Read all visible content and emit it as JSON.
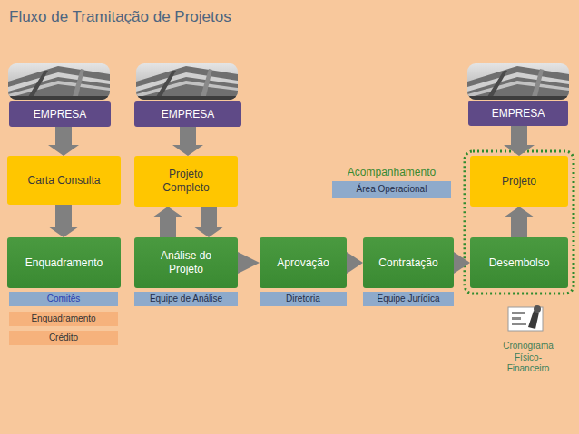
{
  "diagram": {
    "title": "Fluxo de Tramitação de Projetos",
    "nodes": [
      {
        "text": [
          "EMPRESA"
        ]
      },
      {
        "text": [
          "EMPRESA"
        ]
      },
      {
        "text": [
          "EMPRESA"
        ]
      },
      {
        "text": [
          "Carta Consulta"
        ]
      },
      {
        "text": [
          "Projeto Completo"
        ]
      },
      {
        "text": [
          "Acompanhamento",
          "Área Operacional"
        ]
      },
      {
        "text": [
          "Projeto"
        ]
      },
      {
        "text": [
          "Enquadramento"
        ]
      },
      {
        "text": [
          "Análise do Projeto"
        ]
      },
      {
        "text": [
          "Aprovação"
        ]
      },
      {
        "text": [
          "Contratação"
        ]
      },
      {
        "text": [
          "Desembolso"
        ]
      },
      {
        "text": [
          "Comitês"
        ]
      },
      {
        "text": [
          "Equipe de Análise"
        ]
      },
      {
        "text": [
          "Diretoria"
        ]
      },
      {
        "text": [
          "Equipe Jurídica"
        ]
      },
      {
        "text": [
          "Enquadramento"
        ]
      },
      {
        "text": [
          "Crédito"
        ]
      }
    ],
    "edges": [
      {
        "from": 0,
        "to": 3,
        "arrow": "to"
      },
      {
        "from": 1,
        "to": 4,
        "arrow": "to"
      },
      {
        "from": 2,
        "to": 6,
        "arrow": "to"
      },
      {
        "from": 3,
        "to": 7,
        "arrow": "to"
      },
      {
        "from": 8,
        "to": 4,
        "arrow": "to"
      },
      {
        "from": 4,
        "to": 8,
        "arrow": "to"
      },
      {
        "from": 8,
        "to": 9,
        "arrow": "to"
      },
      {
        "from": 9,
        "to": 10,
        "arrow": "to"
      },
      {
        "from": 10,
        "to": 11,
        "arrow": "to"
      },
      {
        "from": 11,
        "to": 6,
        "arrow": "to"
      }
    ],
    "labels": [
      "Cronograma Físico-Financeiro"
    ]
  }
}
